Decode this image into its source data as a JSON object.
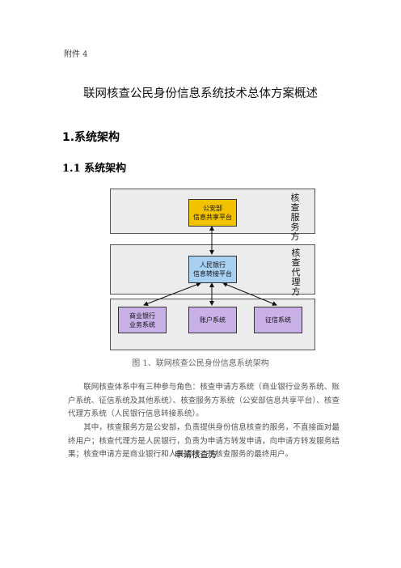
{
  "annex_label": "附件 4",
  "document_title": "联网核查公民身份信息系统技术总体方案概述",
  "section_1": "1.系统架构",
  "section_1_1": "1.1 系统架构",
  "diagram": {
    "bands": {
      "service_side": [
        "核",
        "查",
        "服",
        "务",
        "方"
      ],
      "proxy_side": [
        "核",
        "查",
        "代",
        "理",
        "方"
      ],
      "request_side": "申请核查方"
    },
    "boxes": {
      "ministry_platform": [
        "公安部",
        "信息共享平台"
      ],
      "pboc_platform": [
        "人民银行",
        "信息转接平台"
      ],
      "commercial_bank": [
        "商业银行",
        "业务系统"
      ],
      "account_system": [
        "账户系统"
      ],
      "credit_system": [
        "征信系统"
      ]
    },
    "colors": {
      "band_bg": "#ececec",
      "ministry_box": "#f2c200",
      "pboc_box": "#a7d0f2",
      "request_boxes": "#c9b0e6"
    }
  },
  "figure_caption": "图 1、联网核查公民身份信息系统架构",
  "paragraph_1": "联网核查体系中有三种参与角色：核查申请方系统（商业银行业务系统、账户系统、征信系统及其他系统）、核查服务方系统（公安部信息共享平台）、核查代理方系统（人民银行信息转接系统）。",
  "paragraph_2": "其中，核查服务方是公安部，负责提供身份信息核查的服务，不直接面对最终用户；核查代理方是人民银行，负责为申请方转发申请，向申请方转发服务结果；核查申请方是商业银行和人民银行，是核查服务的最终用户。"
}
